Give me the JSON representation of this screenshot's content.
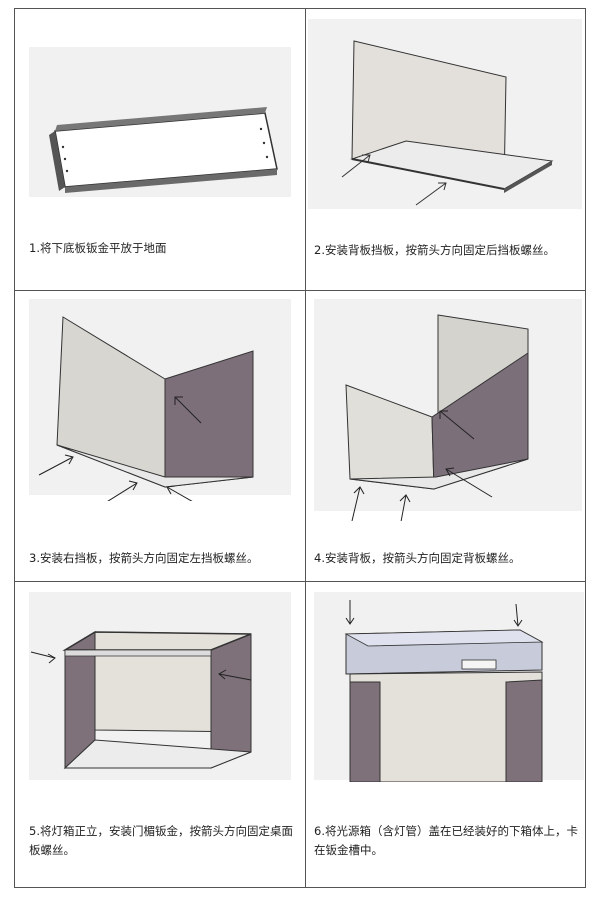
{
  "steps": [
    {
      "num": "1.",
      "text": "将下底板钣金平放于地面"
    },
    {
      "num": "2.",
      "text": "安装背板挡板，按箭头方向固定后挡板螺丝。"
    },
    {
      "num": "3.",
      "text": "安装右挡板，按箭头方向固定左挡板螺丝。"
    },
    {
      "num": "4.",
      "text": "安装背板，按箭头方向固定背板螺丝。"
    },
    {
      "num": "5.",
      "text": "将灯箱正立，安装门楣钣金，按箭头方向固定桌面板螺丝。"
    },
    {
      "num": "6.",
      "text": "将光源箱（含灯管）盖在已经装好的下箱体上，卡在钣金槽中。"
    }
  ],
  "colors": {
    "panel_light": "#e6e3dd",
    "panel_dark": "#7d6f79",
    "panel_top": "#c9cddb",
    "edge": "#3b3b3b",
    "bg": "#f2f2f2"
  }
}
